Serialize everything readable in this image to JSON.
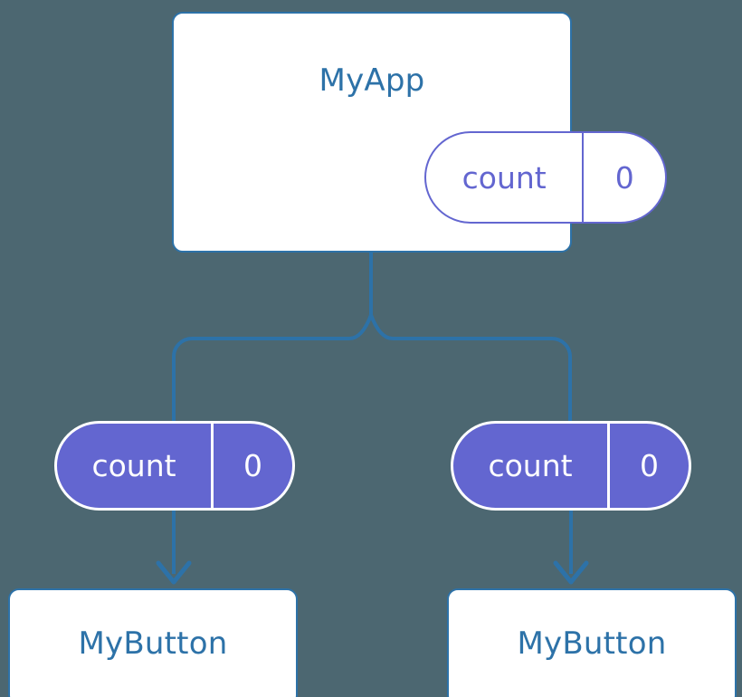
{
  "diagram": {
    "title_text": "MyApp",
    "background_color": "#4c6771",
    "component_border_color": "#2d72a8",
    "component_text_color": "#2d72a8",
    "state_color": "#6366d0",
    "wire_color": "#2d72a8"
  },
  "root": {
    "name": "MyApp",
    "state": {
      "key": "count",
      "value": "0"
    }
  },
  "children": [
    {
      "name": "MyButton",
      "state": {
        "key": "count",
        "value": "0"
      }
    },
    {
      "name": "MyButton",
      "state": {
        "key": "count",
        "value": "0"
      }
    }
  ]
}
